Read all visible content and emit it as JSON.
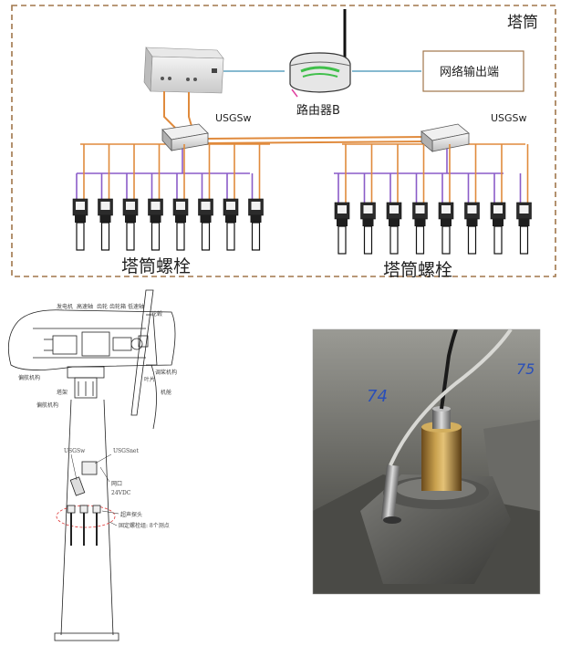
{
  "network_diagram": {
    "enclosure_label": "塔筒",
    "router_label": "路由器B",
    "output_label": "网络输出端",
    "switch_left_label": "USGSw",
    "switch_right_label": "USGSw",
    "bolts_left_label": "塔筒螺栓",
    "bolts_right_label": "塔筒螺栓",
    "bolts_per_group": 8
  },
  "turbine_drawing": {
    "nacelle_labels": [
      "发电机",
      "高速轴",
      "齿轮",
      "齿轮箱",
      "低速轴",
      "轮毂"
    ],
    "left_labels": [
      "偏航机构",
      "塔架",
      "偏航机构"
    ],
    "right_labels": [
      "叶片",
      "调桨机构",
      "机舱"
    ],
    "tower_labels": {
      "usgsw": "USGSw",
      "usgsnet": "USGSnet",
      "port": "网口",
      "power": "24VDC",
      "probe": "超声探头",
      "bolt_note": "固定螺栓组: 8个测点"
    }
  },
  "photo": {
    "marker_left": "74",
    "marker_right": "75"
  },
  "colors": {
    "dash_border": "#a0764a",
    "orange_cable": "#e08a3c",
    "purple_cable": "#8a5cc8",
    "blue_cable": "#3e8fb4",
    "ink": "#222222",
    "marker_blue": "#2a4fb8"
  }
}
